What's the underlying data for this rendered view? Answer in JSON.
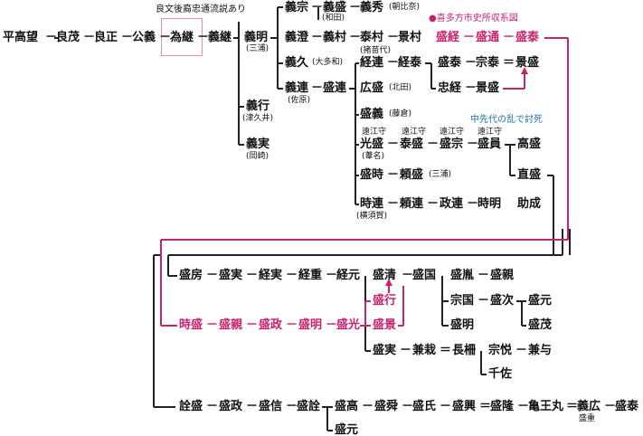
{
  "colors": {
    "line": "#222222",
    "highlight": "#c8236f",
    "note": "#1f6fb5",
    "box": "#e48bb2"
  },
  "notes": {
    "rumor": "良文後裔忠通流説あり",
    "archive": "●喜多方市史所収系図",
    "shinanodai": "中先代の乱で討死"
  },
  "persons": {
    "hiratakamochi": "平高望",
    "yoshimochi": "良茂",
    "yoshimasa": "良正",
    "kimimasa": "公義",
    "tametsugu": "為継",
    "yoshitsugu": "義継",
    "yoshiaki": "義明",
    "yoshiaki_sub": "(三浦)",
    "yoshiyuki": "義行",
    "yoshiyuki_sub": "(津久井)",
    "yoshizane": "義実",
    "yoshizane_sub": "(岡崎)",
    "yoshimune": "義宗",
    "yoshimori": "義盛",
    "yoshimori_sub": "(和田)",
    "yoshihide": "義秀",
    "yoshihide_sub": "(朝比奈)",
    "yoshizumi": "義澄",
    "yoshimura": "義村",
    "yasumura": "泰村",
    "kagemura": "景村",
    "yasumura_sub": "(猪苗代)",
    "yoshihisa": "義久",
    "yoshihisa_sub": "(大多和)",
    "yoshitsura": "義連",
    "yoshitsura_sub": "(佐原)",
    "moritsura": "盛連",
    "tsuneyasu_father": "経連",
    "tsuneyasu": "経泰",
    "morisaki": "盛経",
    "moritsu": "盛通",
    "moriyasu_top": "盛泰",
    "moriyasu": "盛泰",
    "muneyasu": "宗泰",
    "kagemori": "景盛",
    "tadatsune": "忠経",
    "kagemori2": "景盛",
    "hiromori": "広盛",
    "hiromori_sub": "(北田)",
    "moriyoshi": "盛義",
    "moriyoshi_sub": "(藤倉)",
    "tootomi": "遠江守",
    "mitsumori": "光盛",
    "mitsumori_sub": "(葦名)",
    "yasumori": "泰盛",
    "morimune": "盛宗",
    "morikazu": "盛員",
    "takamori": "高盛",
    "naomori": "直盛",
    "moritoki": "盛時",
    "yorimori": "頼盛",
    "yorimori_sub": "(三浦)",
    "tokitsura": "時連",
    "tokitsura_sub": "(横須賀)",
    "yoritsura": "頼連",
    "masatsura": "政連",
    "tokiaki": "時明",
    "sukenari": "助成",
    "morifusa": "盛房",
    "morizane": "盛実",
    "tsunezane": "経実",
    "tsuneshige": "経重",
    "tsunemoto": "経元",
    "morikiyo": "盛清",
    "morikuni": "盛国",
    "morisaku": "盛胤",
    "morichika": "盛親",
    "munekuni": "宗国",
    "moritsugu": "盛次",
    "morimoto": "盛元",
    "moriaki": "盛明",
    "morishige": "盛茂",
    "moriyuki": "盛行",
    "morikage": "盛景",
    "tokimori": "時盛",
    "morichika2": "盛親",
    "morimasa": "盛政",
    "moriaki2": "盛明",
    "morimitsu": "盛光",
    "morizane2": "盛実",
    "kanetane": "兼栽",
    "nagatsuna": "長柵",
    "muneyoshi": "宗悦",
    "kaneyo": "兼与",
    "chisa": "千佐",
    "noritomo": "詮盛",
    "morimasa2": "盛政",
    "morinobu": "盛信",
    "morinori": "盛詮",
    "moritaka": "盛高",
    "morishun": "盛舜",
    "moriuji": "盛氏",
    "morioki": "盛興",
    "moritaka2": "盛隆",
    "kameomaru": "亀王丸",
    "yoshihiro": "義広",
    "yoshihiro_sub": "盛重",
    "moriyasu_last": "盛泰",
    "morimoto2": "盛元"
  }
}
